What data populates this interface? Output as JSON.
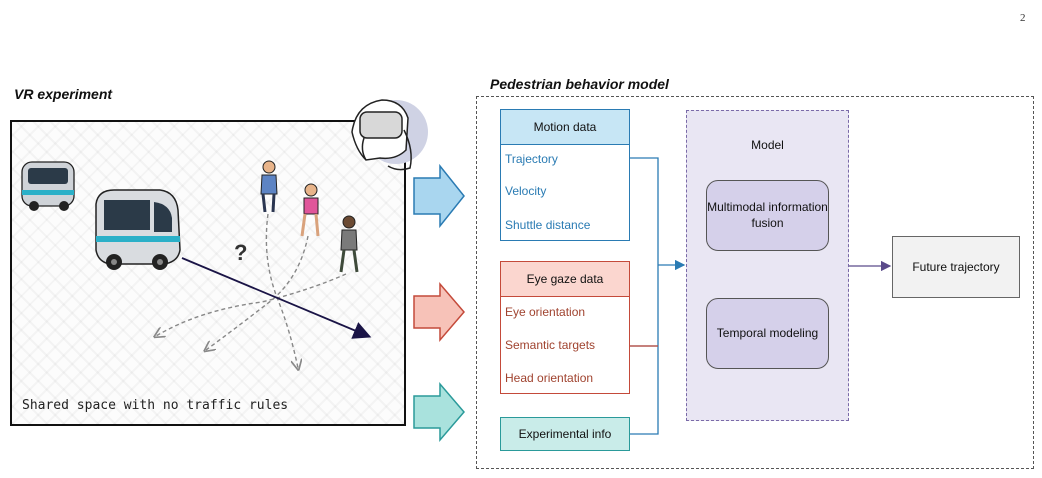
{
  "page_number": "2",
  "vr": {
    "title": "VR experiment",
    "caption": "Shared space with no traffic rules",
    "question_mark": "?"
  },
  "model": {
    "title": "Pedestrian behavior model",
    "motion": {
      "header": "Motion data",
      "items": [
        "Trajectory",
        "Velocity",
        "Shuttle distance"
      ]
    },
    "gaze": {
      "header": "Eye gaze data",
      "items": [
        "Eye orientation",
        "Semantic targets",
        "Head orientation"
      ]
    },
    "experimental_info": "Experimental info",
    "model_label": "Model",
    "fusion": "Multimodal information fusion",
    "temporal": "Temporal modeling",
    "output": "Future trajectory"
  },
  "colors": {
    "motion": "#2a7bb3",
    "gaze": "#c44a3a",
    "experimental": "#2a9a9a",
    "model": "#7a6aa8"
  }
}
